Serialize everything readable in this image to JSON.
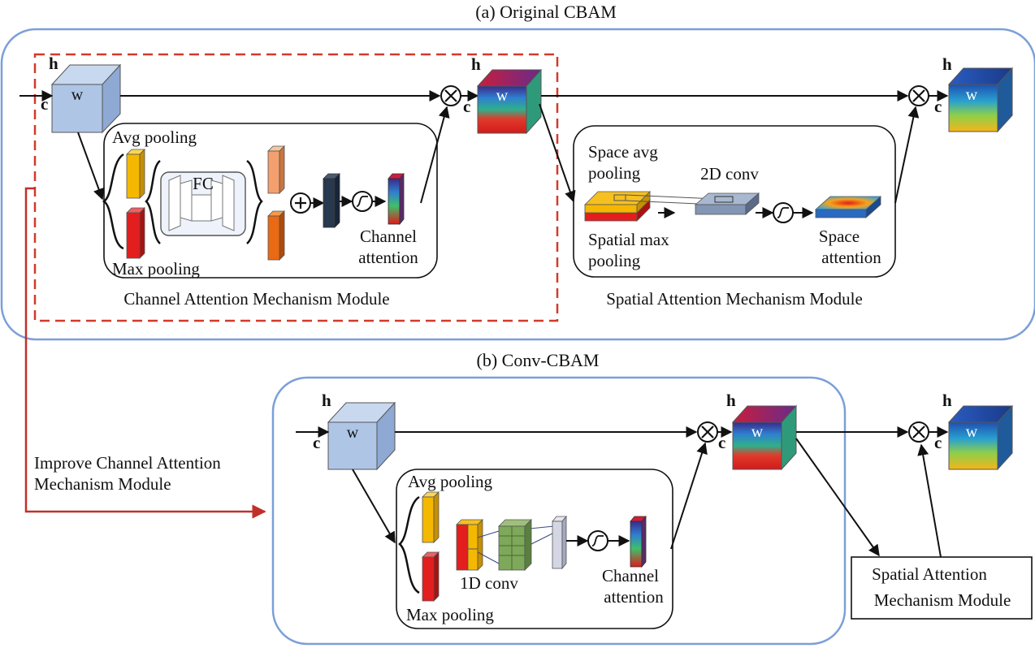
{
  "titles": {
    "original": "(a) Original CBAM",
    "conv": "(b) Conv-CBAM"
  },
  "cube_labels": {
    "h": "h",
    "c": "c",
    "w": "w"
  },
  "original": {
    "avg_pooling": "Avg pooling",
    "max_pooling": "Max pooling",
    "fc": "FC",
    "channel_attention_line1": "Channel",
    "channel_attention_line2": "attention",
    "channel_module": "Channel Attention Mechanism Module",
    "space_avg_line1": "Space avg",
    "space_avg_line2": "pooling",
    "conv2d": "2D conv",
    "spatial_max_line1": "Spatial max",
    "spatial_max_line2": "pooling",
    "space_attention_line1": "Space",
    "space_attention_line2": "attention",
    "spatial_module": "Spatial Attention Mechanism Module"
  },
  "conv_cbam": {
    "improve_line1": "Improve Channel Attention",
    "improve_line2": "Mechanism Module",
    "avg_pooling": "Avg pooling",
    "max_pooling": "Max pooling",
    "conv1d": "1D conv",
    "channel_attention_line1": "Channel",
    "channel_attention_line2": "attention",
    "spatial_box_line1": "Spatial Attention",
    "spatial_box_line2": "Mechanism Module"
  },
  "colors": {
    "module_border": "#7b9fd8",
    "dashed_border": "#d23a2a",
    "improve_arrow": "#c0302a",
    "cube_blue": "#aec5e6",
    "avg_bar": "#f5b800",
    "max_bar": "#e21e1e"
  }
}
